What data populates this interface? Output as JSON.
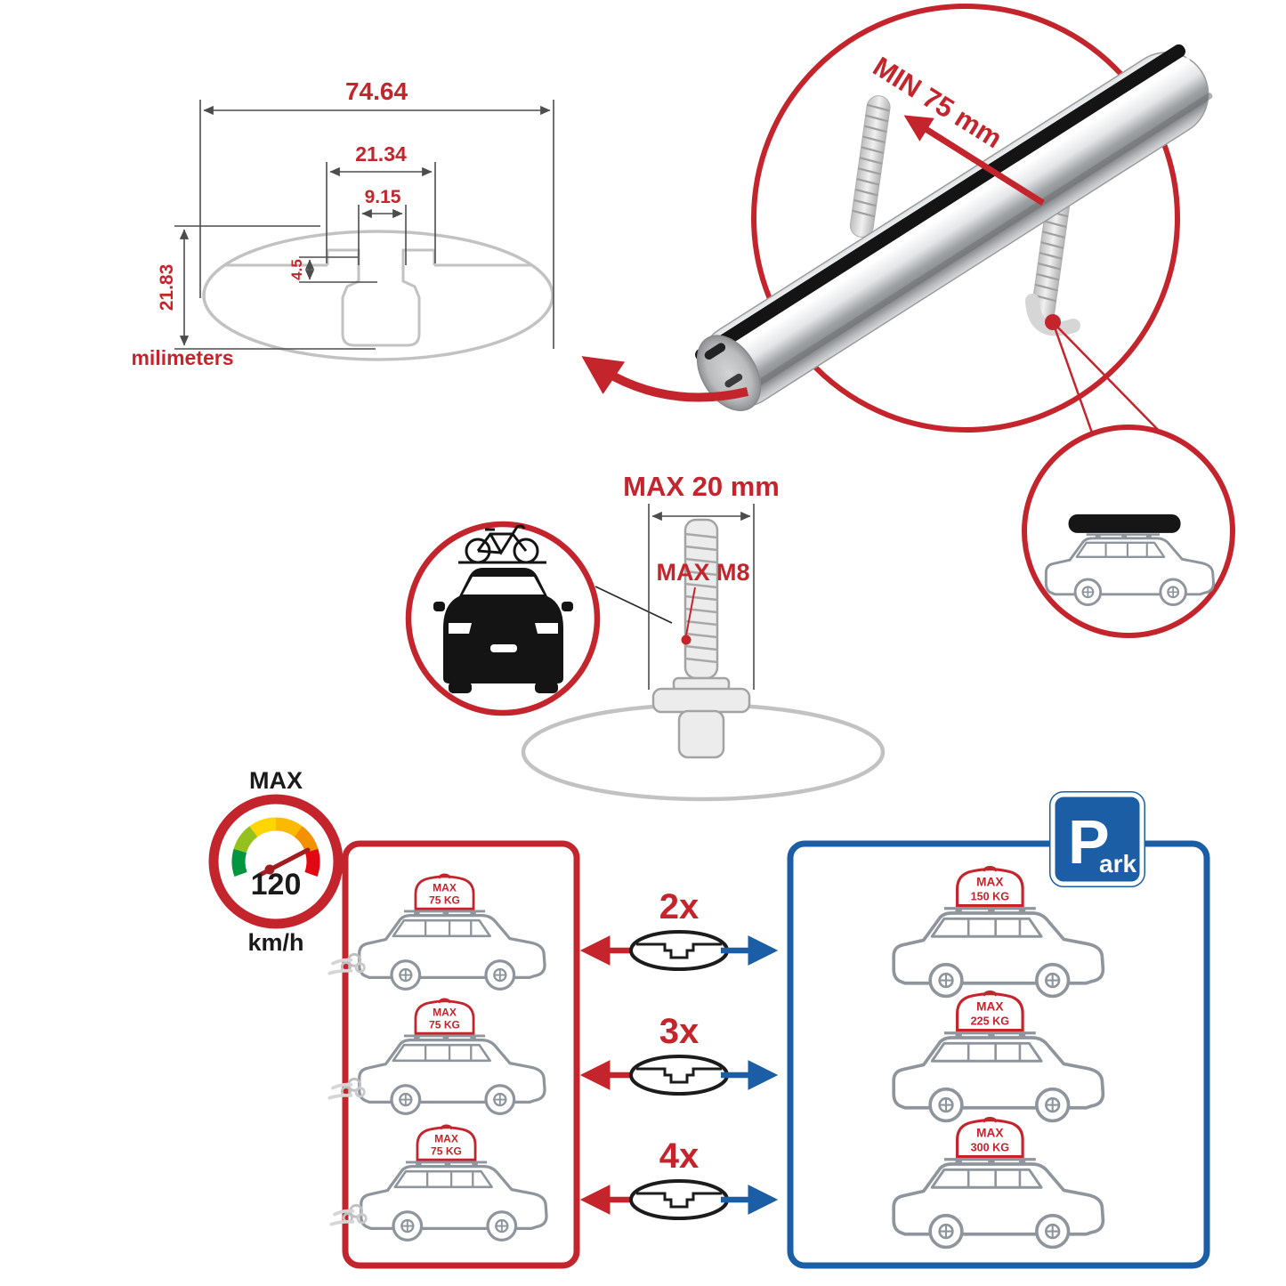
{
  "colors": {
    "accent_red": "#c4242b",
    "accent_blue": "#1b5ea6"
  },
  "cross_section": {
    "dim_total_width": "74.64",
    "dim_channel_width": "21.34",
    "dim_slot_width": "9.15",
    "dim_slot_depth": "4.5",
    "dim_total_height": "21.83",
    "unit_label": "milimeters"
  },
  "bar_detail": {
    "min_clamp_label": "MIN 75 mm"
  },
  "bolt_detail": {
    "max_length_label": "MAX 20 mm",
    "max_thread_label": "MAX M8"
  },
  "speed_gauge": {
    "label": "MAX",
    "value": "120",
    "unit": "km/h",
    "segment_colors": [
      "#009640",
      "#95c11f",
      "#ffd500",
      "#fbba00",
      "#f39200",
      "#e30613"
    ]
  },
  "driving_panel": {
    "cars": [
      {
        "badge_line1": "MAX",
        "badge_line2": "75 KG"
      },
      {
        "badge_line1": "MAX",
        "badge_line2": "75 KG"
      },
      {
        "badge_line1": "MAX",
        "badge_line2": "75 KG"
      }
    ]
  },
  "bar_counts": [
    "2x",
    "3x",
    "4x"
  ],
  "parked_panel": {
    "cars": [
      {
        "badge_line1": "MAX",
        "badge_line2": "150 KG"
      },
      {
        "badge_line1": "MAX",
        "badge_line2": "225 KG"
      },
      {
        "badge_line1": "MAX",
        "badge_line2": "300 KG"
      }
    ]
  },
  "park_sign": {
    "letter": "P",
    "rest": "ark"
  }
}
